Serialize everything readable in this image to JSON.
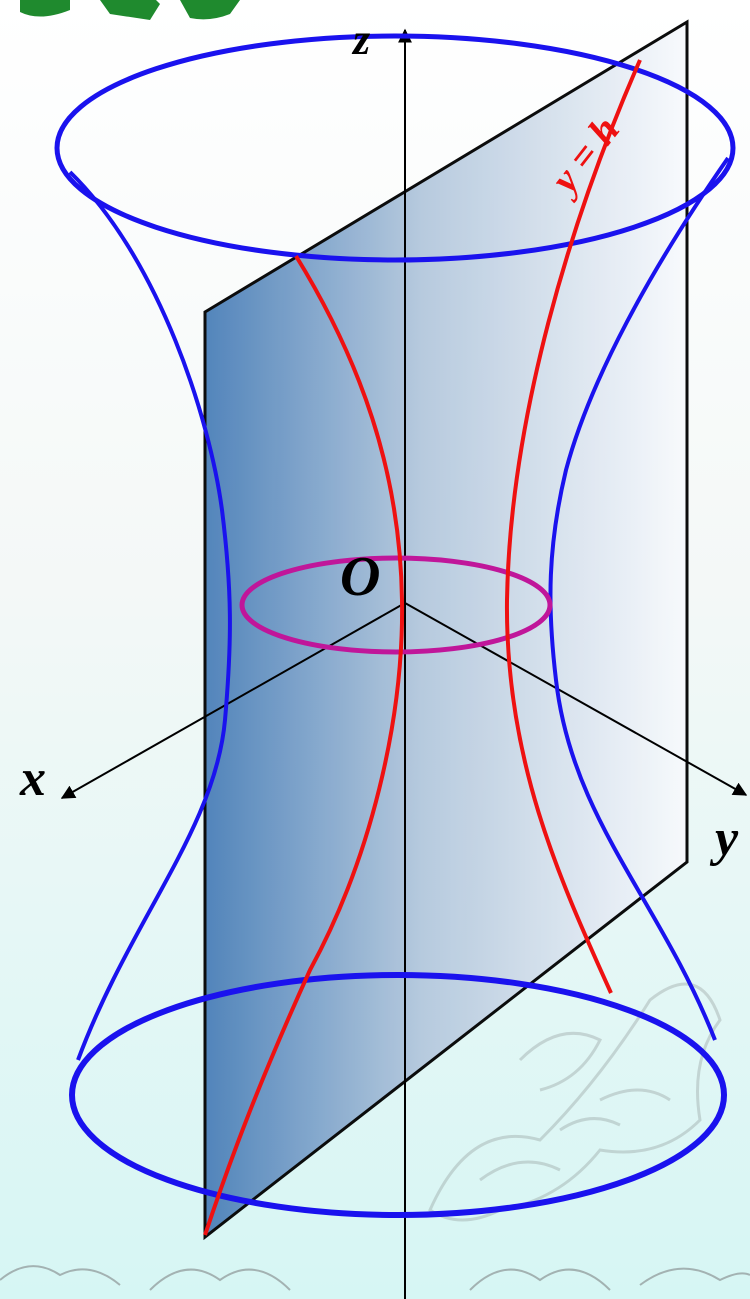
{
  "labels": {
    "z_axis": "z",
    "x_axis": "x",
    "y_axis": "y",
    "origin": "O",
    "plane_equation": "y = h"
  },
  "colors": {
    "surface_outline": "#1a12ee",
    "plane_curves": "#ee1111",
    "waist_ellipse": "#c0169a",
    "plane_fill_dark": "#4a7fb8",
    "plane_fill_light": "#f8fafd",
    "axes": "#000000",
    "title_green": "#1f8a2e",
    "ornament": "#9aa2a2"
  },
  "icons": {
    "top_left_ornament": "green-calligraphy-fragment",
    "bottom_right_ornament": "dragon-watermark",
    "bottom_border": "cloud-scroll-border"
  }
}
